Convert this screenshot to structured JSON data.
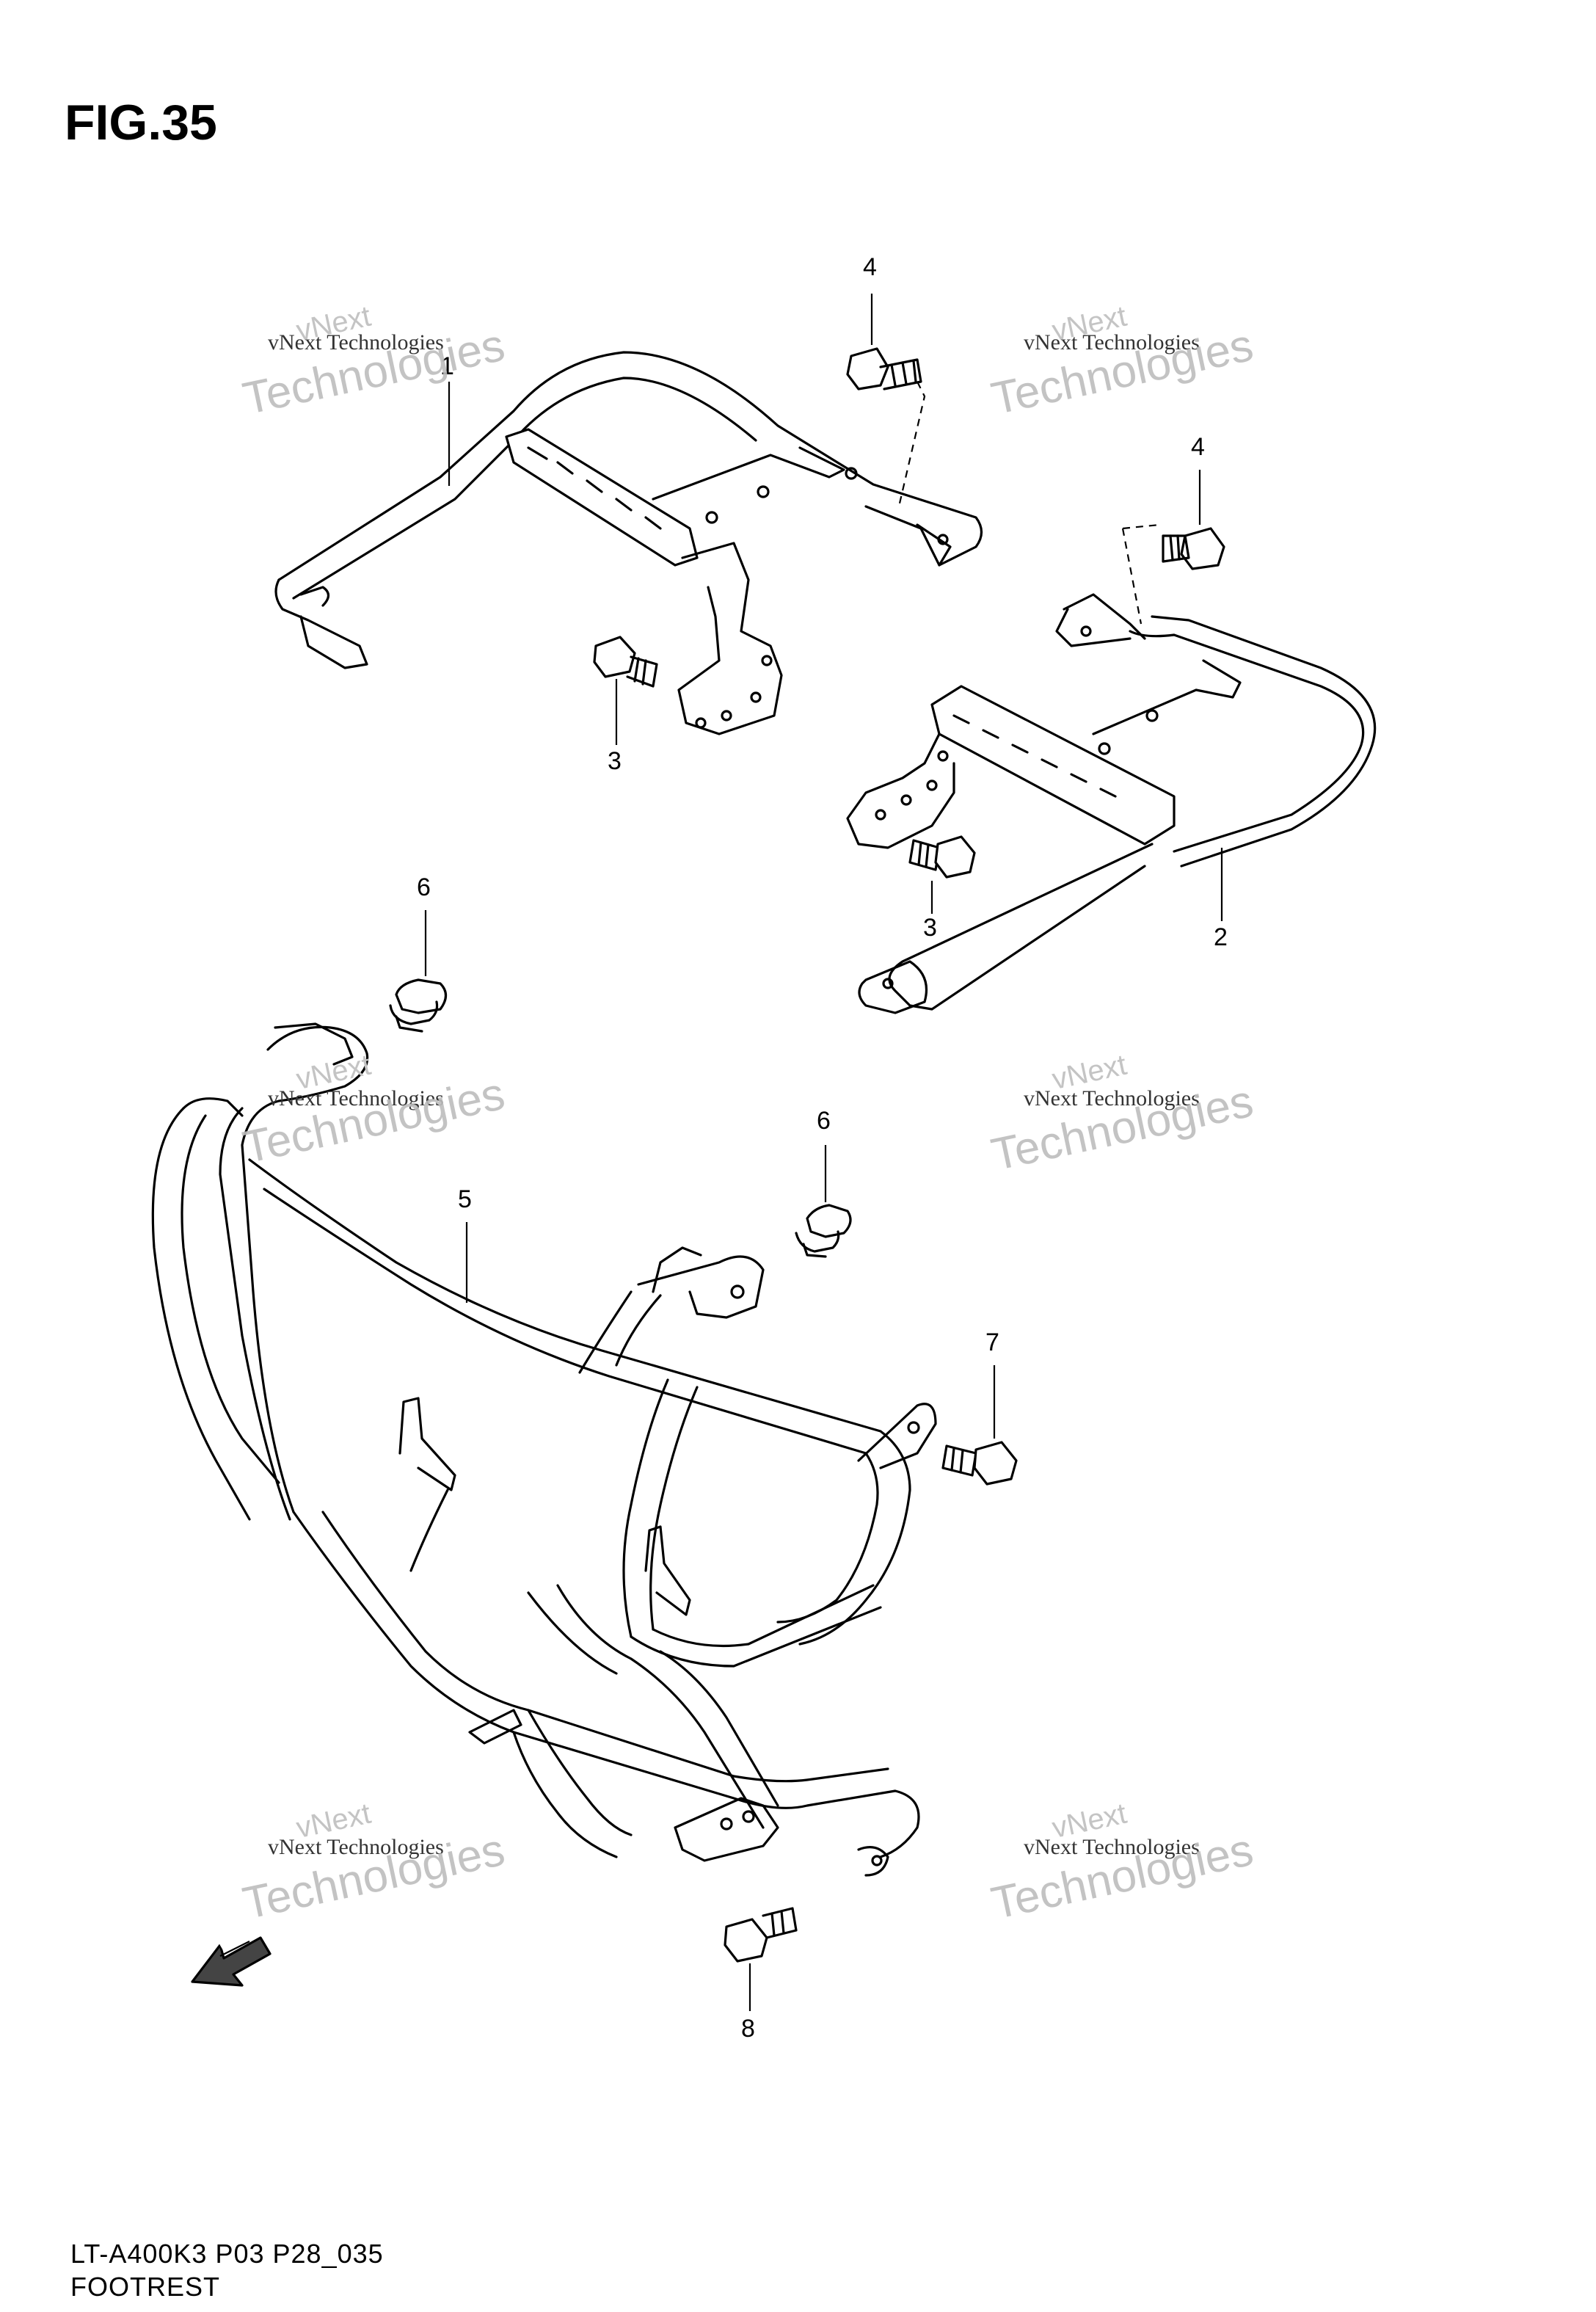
{
  "figure": {
    "title": "FIG.35"
  },
  "callouts": {
    "c1": "1",
    "c2": "2",
    "c3a": "3",
    "c3b": "3",
    "c4a": "4",
    "c4b": "4",
    "c5": "5",
    "c6a": "6",
    "c6b": "6",
    "c7": "7",
    "c8": "8"
  },
  "watermark": {
    "line": "vNext Technologies",
    "big": "Technologies",
    "small": "vNext"
  },
  "footer": {
    "model_code": "LT-A400K3 P03 P28_035",
    "section_name": "FOOTREST"
  },
  "direction_arrow": {
    "label": "FWD",
    "icon": "fwd-arrow-icon"
  }
}
